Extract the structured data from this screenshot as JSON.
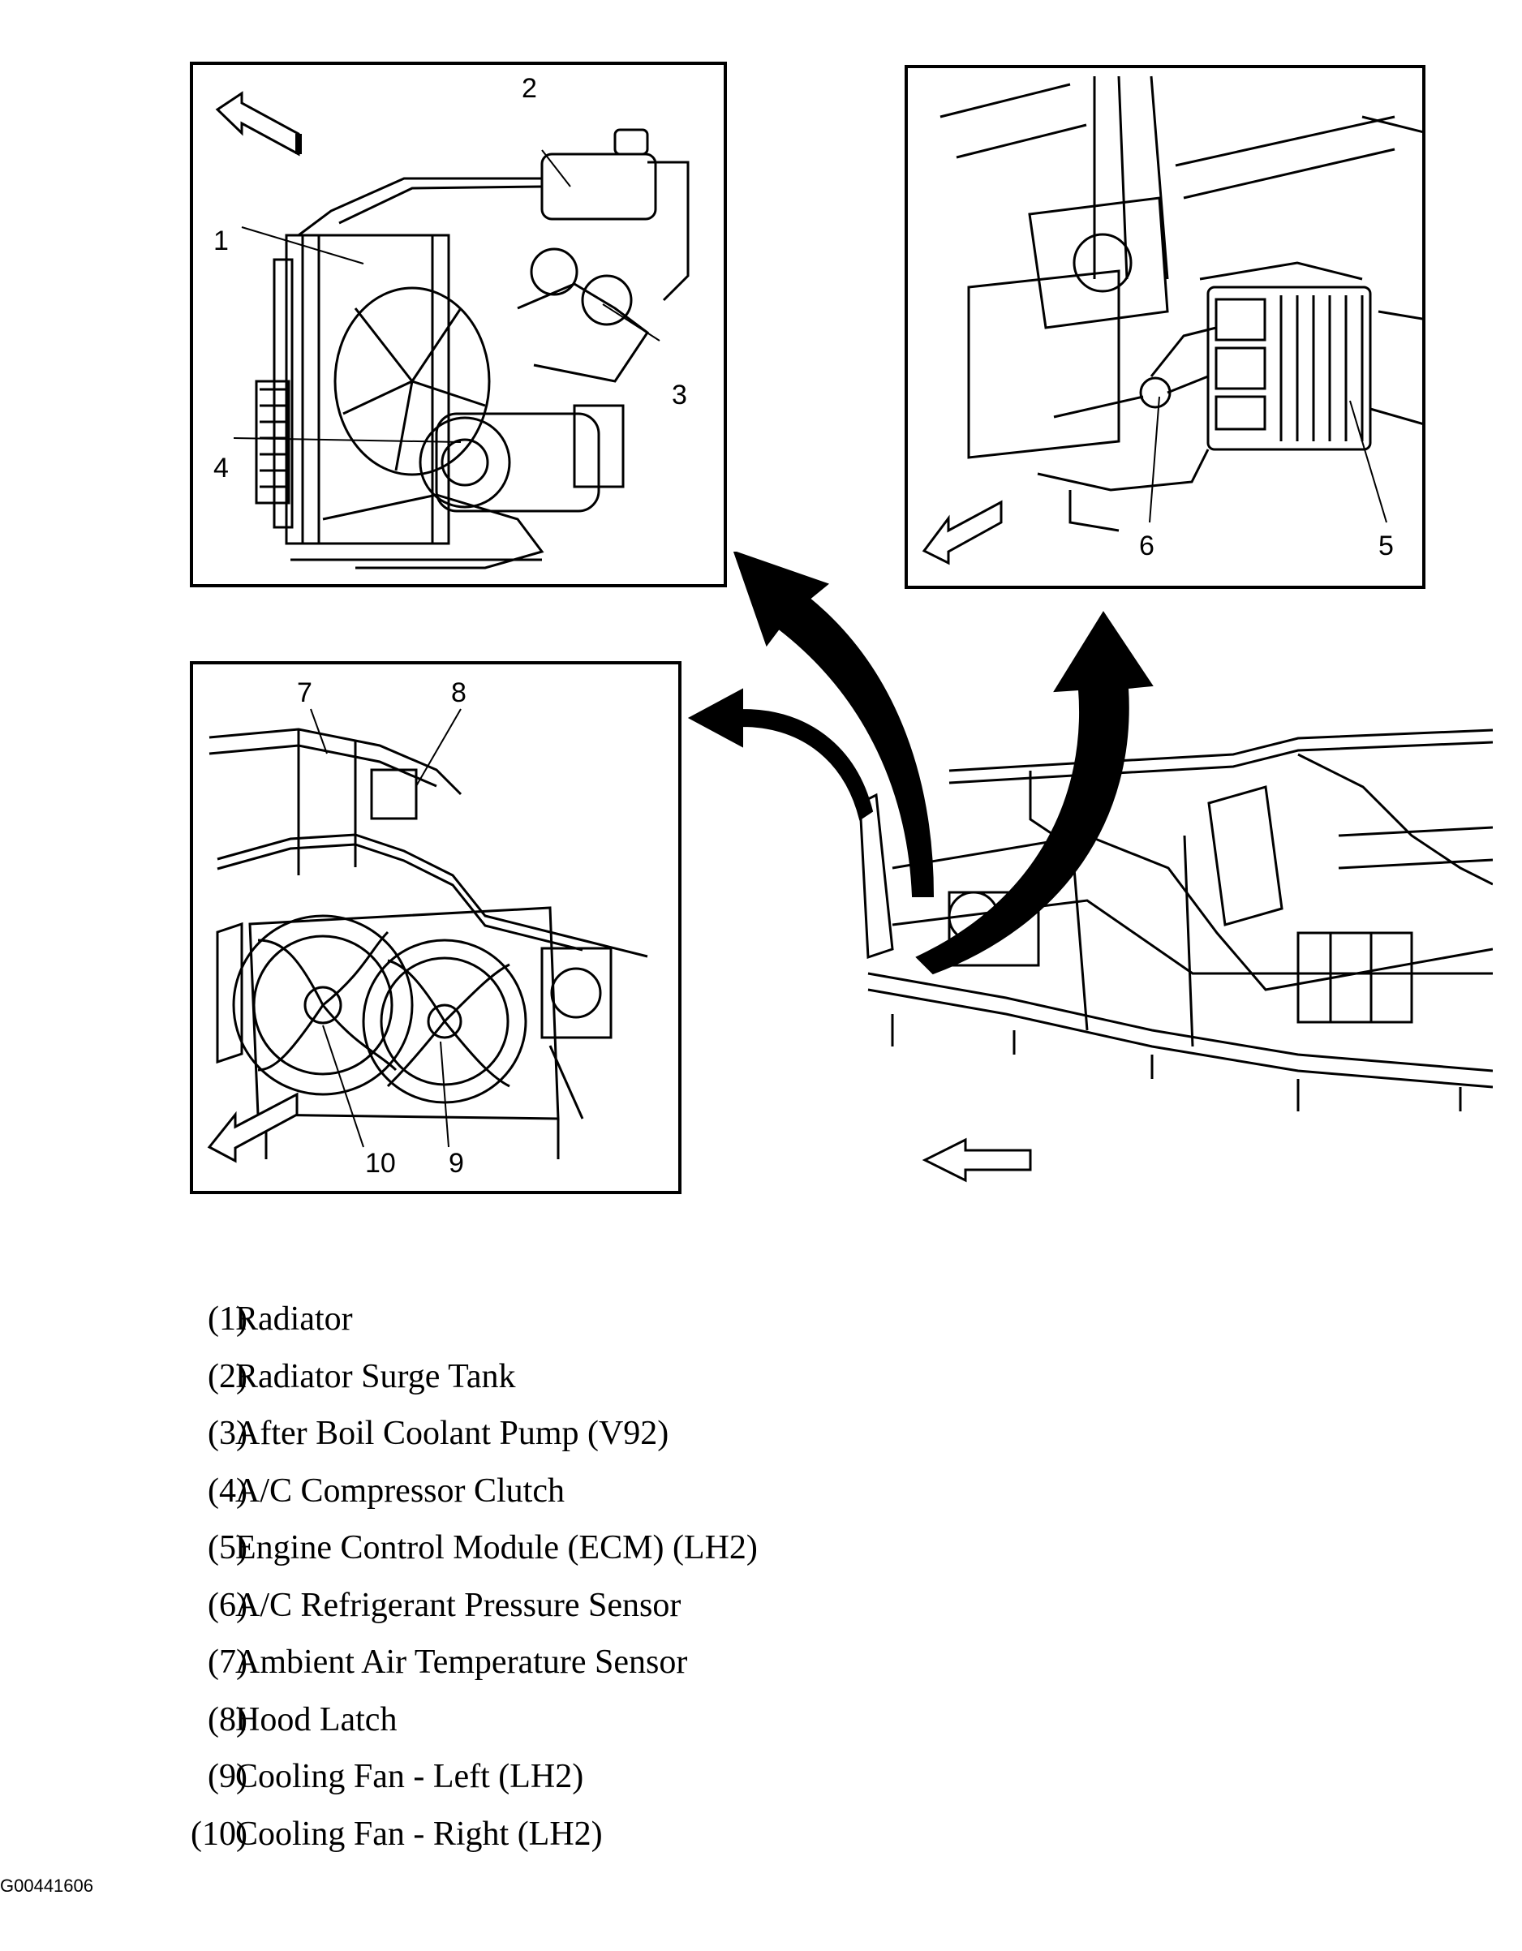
{
  "callouts": {
    "panel_a": [
      "1",
      "2",
      "3",
      "4"
    ],
    "panel_b": [
      "6",
      "5"
    ],
    "panel_c": [
      "7",
      "8",
      "10",
      "9"
    ]
  },
  "legend": [
    {
      "num": "(1)",
      "label": "Radiator"
    },
    {
      "num": "(2)",
      "label": "Radiator Surge Tank"
    },
    {
      "num": "(3)",
      "label": "After Boil Coolant Pump (V92)"
    },
    {
      "num": "(4)",
      "label": "A/C Compressor Clutch"
    },
    {
      "num": "(5)",
      "label": "Engine Control Module (ECM) (LH2)"
    },
    {
      "num": "(6)",
      "label": "A/C Refrigerant Pressure Sensor"
    },
    {
      "num": "(7)",
      "label": "Ambient Air Temperature Sensor"
    },
    {
      "num": "(8)",
      "label": "Hood Latch"
    },
    {
      "num": "(9)",
      "label": "Cooling Fan - Left (LH2)"
    },
    {
      "num": "(10)",
      "label": "Cooling Fan - Right (LH2)"
    }
  ],
  "figure_id": "G00441606"
}
